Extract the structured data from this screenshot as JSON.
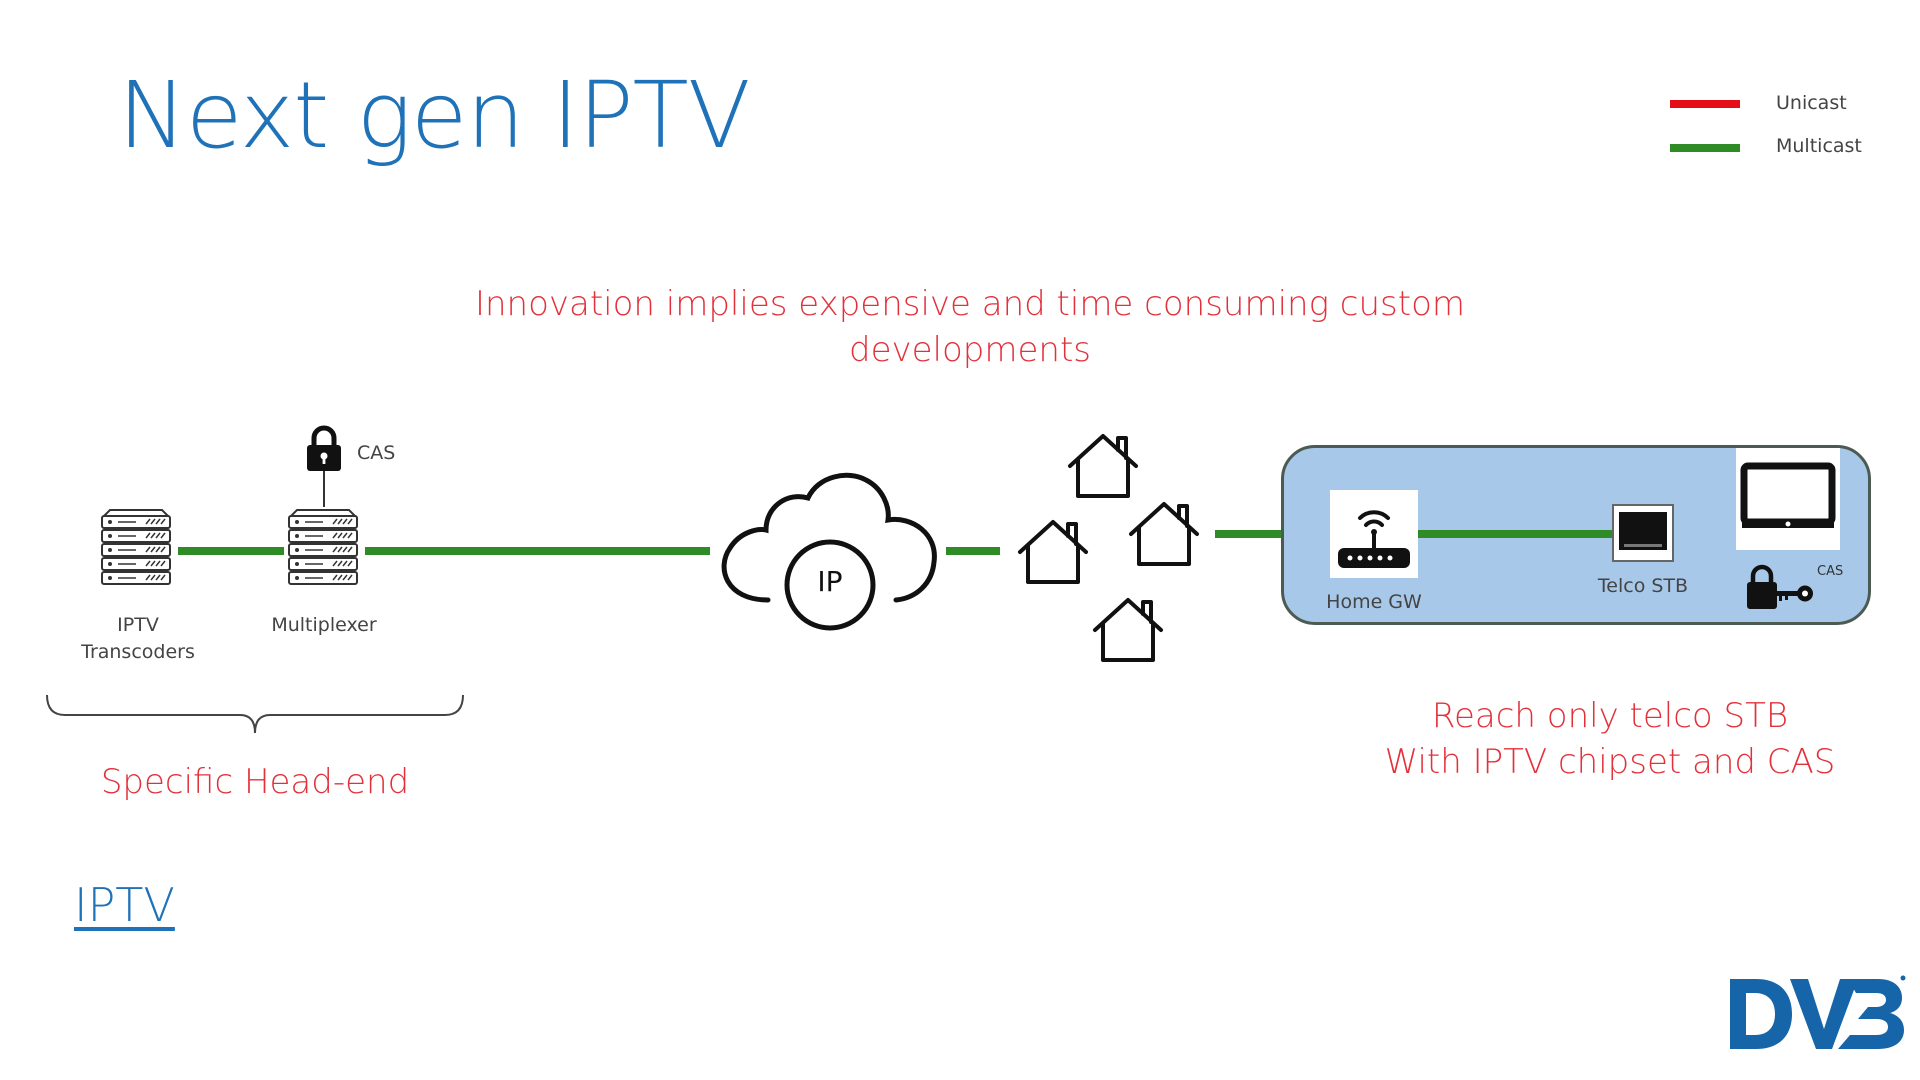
{
  "slide": {
    "title": "Next gen IPTV",
    "link_text": "IPTV"
  },
  "legend": [
    {
      "label": "Unicast",
      "color": "#e30e16"
    },
    {
      "label": "Multicast",
      "color": "#2e8b25"
    }
  ],
  "callouts": {
    "innovation_line1": "Innovation implies expensive and time consuming custom",
    "innovation_line2": "developments",
    "headend": "Specific Head-end",
    "reach_line1": "Reach only telco STB",
    "reach_line2": "With IPTV chipset and CAS"
  },
  "nodes": {
    "transcoders_line1": "IPTV",
    "transcoders_line2": "Transcoders",
    "multiplexer": "Multiplexer",
    "cas_headend": "CAS",
    "cloud": "IP",
    "home_gw": "Home GW",
    "telco_stb": "Telco STB",
    "cas_home": "CAS"
  },
  "icons": {
    "lock": "lock-icon",
    "server": "server-rack-icon",
    "cloud": "cloud-icon",
    "house": "house-icon",
    "router": "wifi-router-icon",
    "stb": "set-top-box-icon",
    "tv": "tv-icon",
    "key": "lock-key-icon"
  },
  "brand": {
    "logo_text": "DVB",
    "logo_color": "#1565a8"
  },
  "colors": {
    "title": "#1f72b8",
    "callout": "#e3313b",
    "multicast_line": "#2e8b25",
    "home_box_fill": "#a8c8e9"
  }
}
